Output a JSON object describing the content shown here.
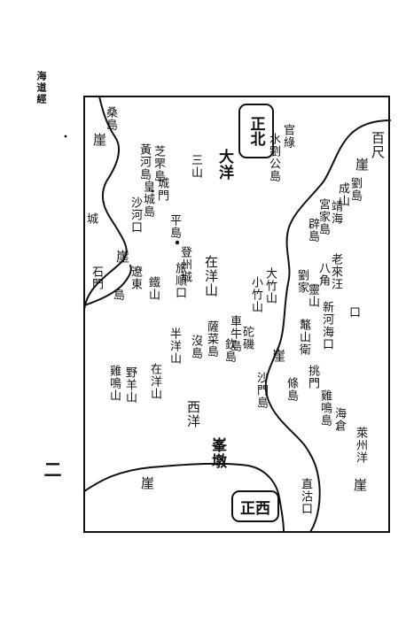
{
  "page": {
    "margin_title": "海道經",
    "leaf_number": "二"
  },
  "compass": {
    "top": "正北",
    "bottom": "正西"
  },
  "labels": {
    "l01": "崖",
    "l02": "百尺",
    "l03": "劉島",
    "l04": "成山",
    "l05": "靖海",
    "l06": "宮家島",
    "l07": "辟島",
    "l08": "八角",
    "l09": "老來汪",
    "l10": "劉家",
    "l11": "靈山",
    "l12": "口",
    "l13": "新河海口",
    "l14": "鼇山衛",
    "l15": "崖",
    "l16": "條島",
    "l17": "挑門",
    "l18": "雞鳴島",
    "l19": "海倉",
    "l20": "萊州洋",
    "l21": "崖",
    "l22": "直沽口",
    "l23": "峯墩",
    "l24": "西洋",
    "l25": "崖",
    "l26": "沙門島",
    "l27": "大竹山",
    "l28": "小竹山",
    "l29": "車牛島",
    "l30": "砣磯",
    "l31": "欽島",
    "l32": "薩菜島",
    "l33": "沒島",
    "l34": "在洋山",
    "l35": "半洋山",
    "l36": "在洋山",
    "l37": "野羊山",
    "l38": "雞鳴山",
    "l39": "大洋",
    "l40": "三山",
    "l41": "官綠",
    "l42": "水劉公島",
    "l43": "芝罘島",
    "l44": "黃河島",
    "l45": "平島",
    "l46": "登州城",
    "l47": "城門",
    "l48": "皇城島",
    "l49": "沙河口",
    "l50": "崖",
    "l51": "桑島",
    "l52": "旅順口",
    "l53": "城",
    "l54": "鐵山",
    "l55": "遼東",
    "l56": "崖",
    "l57": "石門",
    "l58": "島"
  }
}
